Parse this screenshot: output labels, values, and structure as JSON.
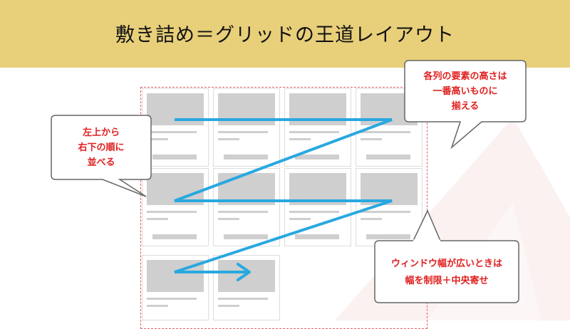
{
  "title": "敷き詰め＝グリッドの王道レイアウト",
  "colors": {
    "header_bg": "#e8cf7a",
    "arrow": "#29a8e0",
    "callout_text": "#e02020",
    "grid_outline": "#e06060",
    "card_placeholder": "#cfcfcf"
  },
  "callouts": {
    "order": [
      "左上から",
      "右下の順に",
      "並べる"
    ],
    "height": [
      "各列の要素の高さは",
      "一番高いものに",
      "揃える"
    ],
    "width": [
      "ウィンドウ幅が広いときは",
      "幅を制限＋中央寄せ"
    ]
  }
}
